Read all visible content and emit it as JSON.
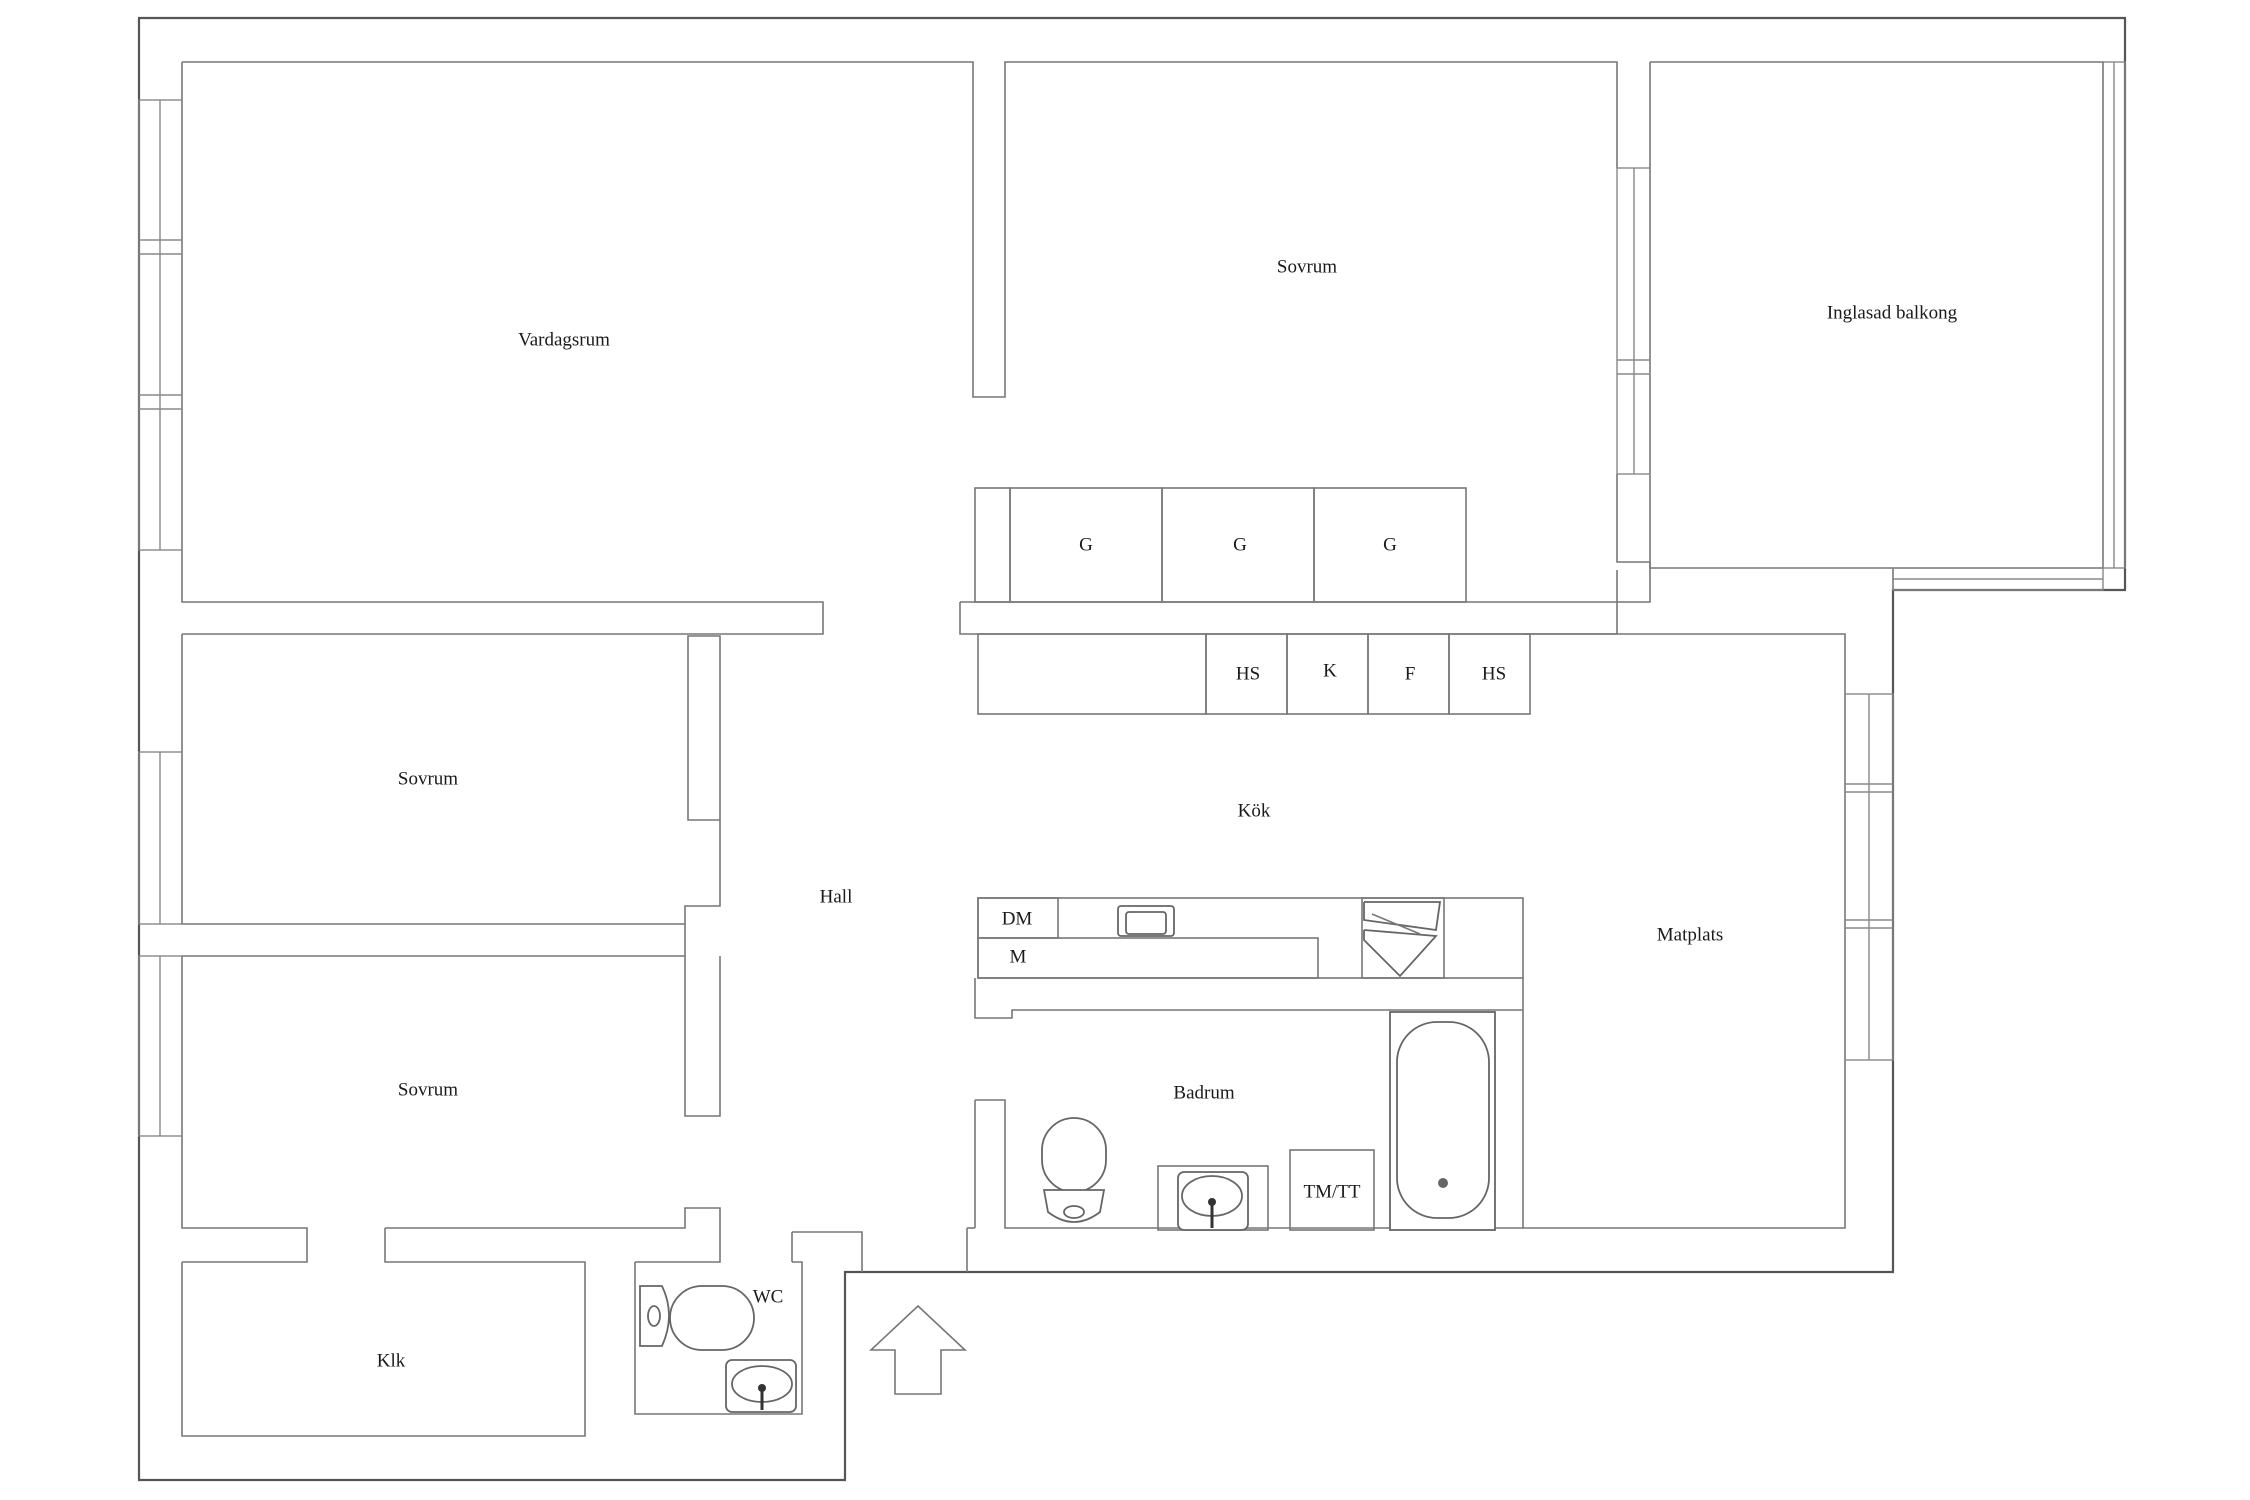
{
  "rooms": {
    "vardagsrum": "Vardagsrum",
    "sovrum_top": "Sovrum",
    "balkong": "Inglasad balkong",
    "sovrum_mid": "Sovrum",
    "sovrum_bottom": "Sovrum",
    "hall": "Hall",
    "kok": "Kök",
    "matplats": "Matplats",
    "badrum": "Badrum",
    "wc": "WC",
    "klk": "Klk"
  },
  "fixtures": {
    "wardrobes": [
      "G",
      "G",
      "G"
    ],
    "kitchen_top": [
      "HS",
      "K",
      "F",
      "HS"
    ],
    "dishwasher": "DM",
    "microwave": "M",
    "washer_dryer": "TM/TT"
  },
  "entrance_icon": "up-arrow-icon"
}
